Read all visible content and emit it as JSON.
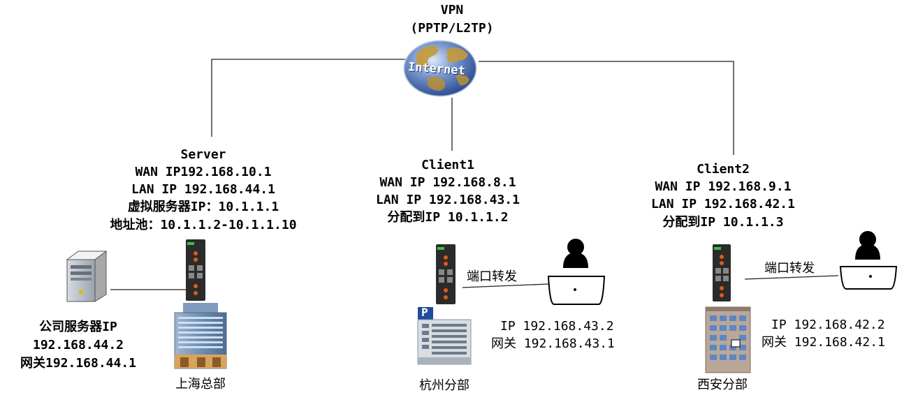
{
  "vpn": {
    "title": "VPN",
    "protocols": "(PPTP/L2TP)",
    "globe_label": "Internet"
  },
  "server": {
    "name": "Server",
    "wan": "WAN IP192.168.10.1",
    "lan": "LAN IP 192.168.44.1",
    "virtual_ip": "虚拟服务器IP：10.1.1.1",
    "pool": "地址池：10.1.1.2-10.1.1.10",
    "company_server_title": "公司服务器IP",
    "company_server_ip": "192.168.44.2",
    "company_server_gw": "网关192.168.44.1",
    "site": "上海总部"
  },
  "client1": {
    "name": "Client1",
    "wan": "WAN IP 192.168.8.1",
    "lan": "LAN IP 192.168.43.1",
    "assigned": "分配到IP 10.1.1.2",
    "port_forward": "端口转发",
    "pc_ip": "IP 192.168.43.2",
    "pc_gw": "网关 192.168.43.1",
    "site": "杭州分部"
  },
  "client2": {
    "name": "Client2",
    "wan": "WAN IP 192.168.9.1",
    "lan": "LAN IP 192.168.42.1",
    "assigned": "分配到IP 10.1.1.3",
    "port_forward": "端口转发",
    "pc_ip": "IP 192.168.42.2",
    "pc_gw": "网关 192.168.42.1",
    "site": "西安分部"
  },
  "parking_sign": "P",
  "colors": {
    "line": "#222222",
    "globe_land": "#c49a3a",
    "globe_sea": "#4a6fb5",
    "router": "#2b2b2b",
    "led": "#e05a1c",
    "building": "#6b8fb5"
  }
}
